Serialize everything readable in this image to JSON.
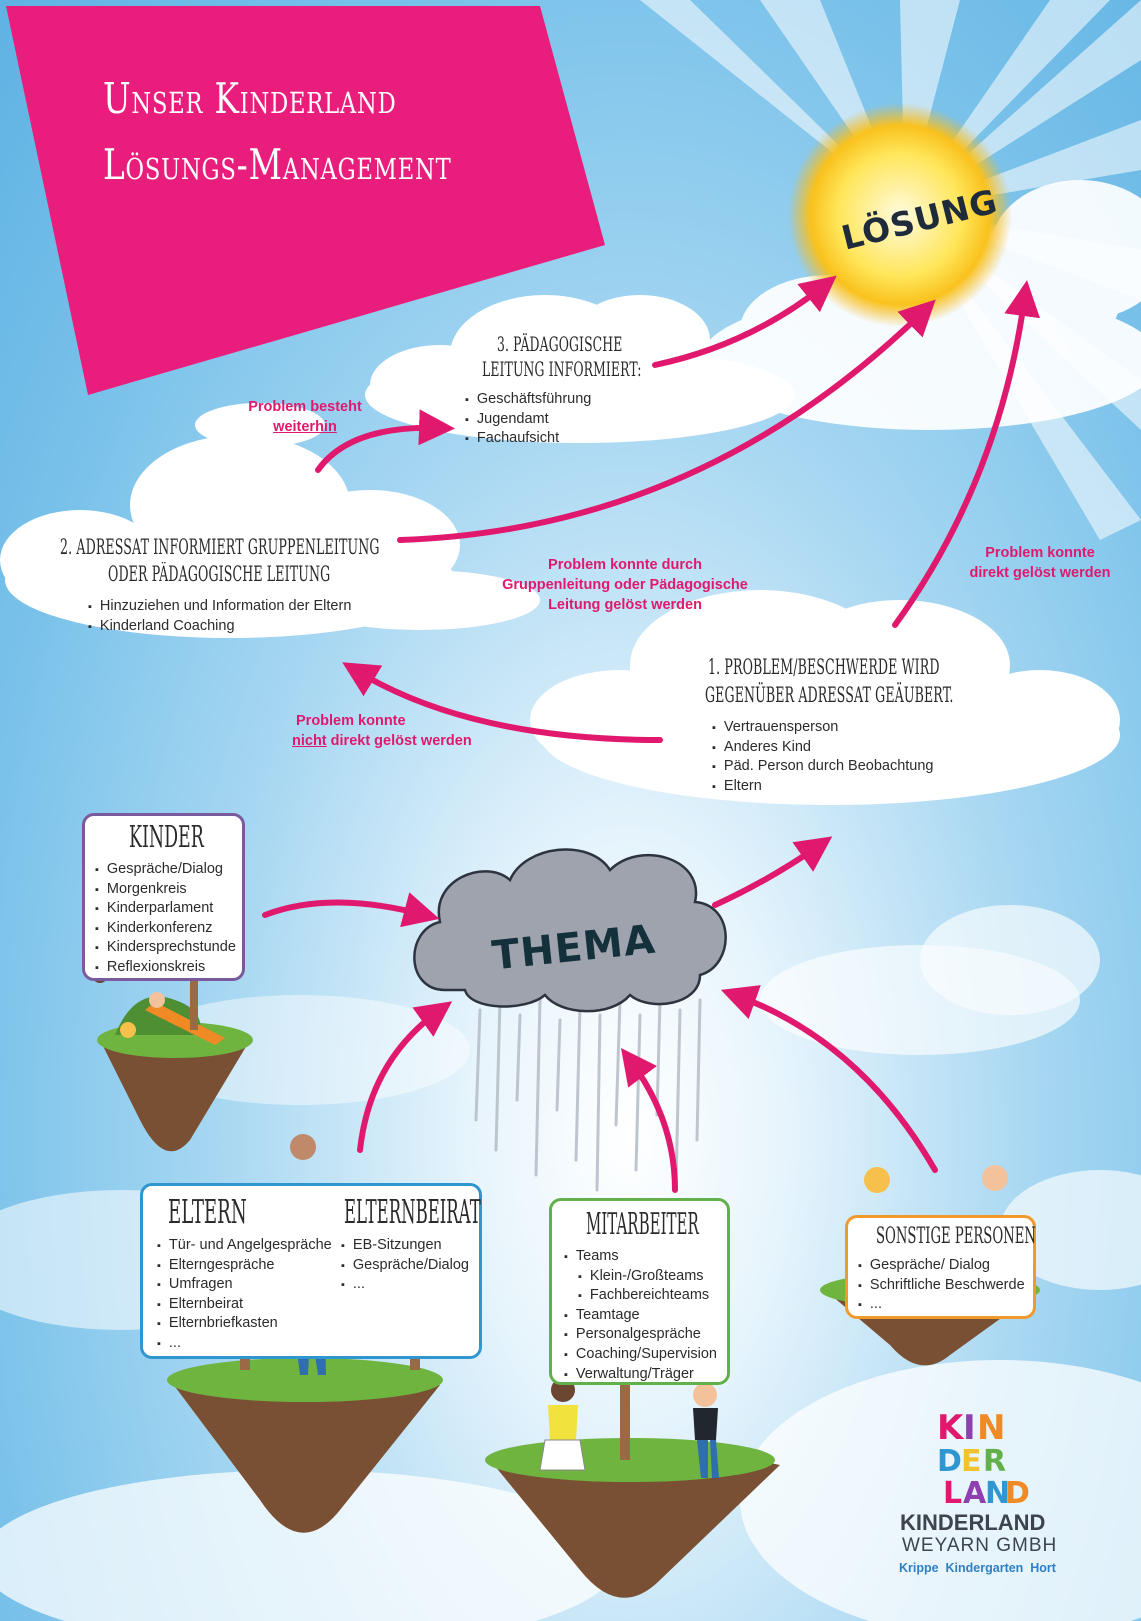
{
  "title": {
    "line1": "Unser Kinderland",
    "line2": "Lösungs-Management"
  },
  "sun": {
    "label": "LÖSUNG"
  },
  "storm": {
    "label": "THEMA"
  },
  "step3": {
    "heading_line1": "3. Pädagogische",
    "heading_line2": "Leitung informiert:",
    "items": [
      "Geschäftsführung",
      "Jugendamt",
      "Fachaufsicht"
    ]
  },
  "step2": {
    "heading_line1": "2. Adressat informiert Gruppenleitung",
    "heading_line2": "oder pädagogische Leitung",
    "items": [
      "Hinzuziehen und Information der Eltern",
      "Kinderland Coaching"
    ]
  },
  "step1": {
    "heading_line1": "1. Problem/Beschwerde wird",
    "heading_line2": "gegenüber Adressat geäubert.",
    "items": [
      "Vertrauensperson",
      "Anderes Kind",
      "Päd. Person durch Beobachtung",
      "Eltern"
    ]
  },
  "arrow_labels": {
    "persists": {
      "line1": "Problem besteht",
      "line2": "weiterhin"
    },
    "solved_by_leaders": {
      "line1": "Problem konnte durch",
      "line2": "Gruppenleitung oder Pädagogische",
      "line3": "Leitung gelöst werden"
    },
    "solved_directly": {
      "line1": "Problem konnte",
      "line2": "direkt gelöst werden"
    },
    "not_solved": {
      "line1": "Problem konnte",
      "line2_under": "nicht",
      "line2_rest": " direkt gelöst werden"
    }
  },
  "boards": {
    "kinder": {
      "title": "Kinder",
      "items": [
        "Gespräche/Dialog",
        "Morgenkreis",
        "Kinderparlament",
        "Kinderkonferenz",
        "Kindersprechstunde",
        "Reflexionskreis"
      ]
    },
    "eltern": {
      "title": "Eltern",
      "items": [
        "Tür- und Angelgespräche",
        "Elterngespräche",
        "Umfragen",
        "Elternbeirat",
        "Elternbriefkasten",
        "..."
      ]
    },
    "elternbeirat": {
      "title": "Elternbeirat",
      "items": [
        "EB-Sitzungen",
        "Gespräche/Dialog",
        "..."
      ]
    },
    "mitarbeiter": {
      "title": "Mitarbeiter",
      "items": [
        "Teams",
        "Klein-/Großteams",
        "Fachbereichteams",
        "Teamtage",
        "Personalgespräche",
        "Coaching/Supervision",
        "Verwaltung/Träger"
      ]
    },
    "sonstige": {
      "title": "Sonstige Personen",
      "items": [
        "Gespräche/ Dialog",
        "Schriftliche Beschwerde",
        "..."
      ]
    }
  },
  "logo": {
    "letters": [
      "K",
      "I",
      "N",
      "D",
      "E",
      "R",
      "L",
      "A",
      "N",
      "D"
    ],
    "name": "KINDERLAND",
    "sub": "WEYARN GMBH",
    "tag": "Krippe  Kindergarten  Hort"
  },
  "colors": {
    "pink": "#e0196e",
    "kinder_border": "#7a5a9e",
    "eltern_border": "#2f96d0",
    "mitarbeiter_border": "#62b04a",
    "sonstige_border": "#f09a2e",
    "storm": "#9ea3ad"
  }
}
